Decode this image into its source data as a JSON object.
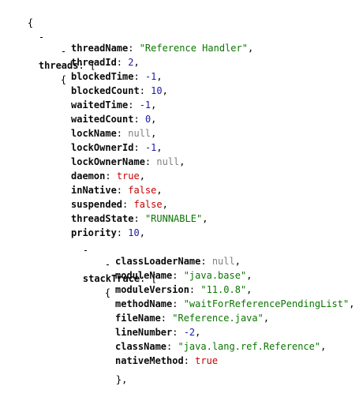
{
  "root": {
    "open_brace": "{",
    "collapse_symbol": "-",
    "open_bracket": "[",
    "threads_key": "threads",
    "thread": {
      "fields": [
        {
          "key": "threadName",
          "value": "\"Reference Handler\"",
          "type": "str"
        },
        {
          "key": "threadId",
          "value": "2",
          "type": "num"
        },
        {
          "key": "blockedTime",
          "value": "-1",
          "type": "num"
        },
        {
          "key": "blockedCount",
          "value": "10",
          "type": "num"
        },
        {
          "key": "waitedTime",
          "value": "-1",
          "type": "num"
        },
        {
          "key": "waitedCount",
          "value": "0",
          "type": "num"
        },
        {
          "key": "lockName",
          "value": "null",
          "type": "null"
        },
        {
          "key": "lockOwnerId",
          "value": "-1",
          "type": "num"
        },
        {
          "key": "lockOwnerName",
          "value": "null",
          "type": "null"
        },
        {
          "key": "daemon",
          "value": "true",
          "type": "bool"
        },
        {
          "key": "inNative",
          "value": "false",
          "type": "bool"
        },
        {
          "key": "suspended",
          "value": "false",
          "type": "bool"
        },
        {
          "key": "threadState",
          "value": "\"RUNNABLE\"",
          "type": "str"
        },
        {
          "key": "priority",
          "value": "10",
          "type": "num"
        }
      ],
      "stack_trace_key": "stackTrace",
      "frame": {
        "fields": [
          {
            "key": "classLoaderName",
            "value": "null",
            "type": "null"
          },
          {
            "key": "moduleName",
            "value": "\"java.base\"",
            "type": "str"
          },
          {
            "key": "moduleVersion",
            "value": "\"11.0.8\"",
            "type": "str"
          },
          {
            "key": "methodName",
            "value": "\"waitForReferencePendingList\"",
            "type": "str"
          },
          {
            "key": "fileName",
            "value": "\"Reference.java\"",
            "type": "str"
          },
          {
            "key": "lineNumber",
            "value": "-2",
            "type": "num"
          },
          {
            "key": "className",
            "value": "\"java.lang.ref.Reference\"",
            "type": "str"
          },
          {
            "key": "nativeMethod",
            "value": "true",
            "type": "bool"
          }
        ],
        "close": "},"
      }
    }
  },
  "colors": {
    "string": "#0b7500",
    "number": "#1a1aa6",
    "boolean": "#c80000",
    "null": "#808080"
  }
}
